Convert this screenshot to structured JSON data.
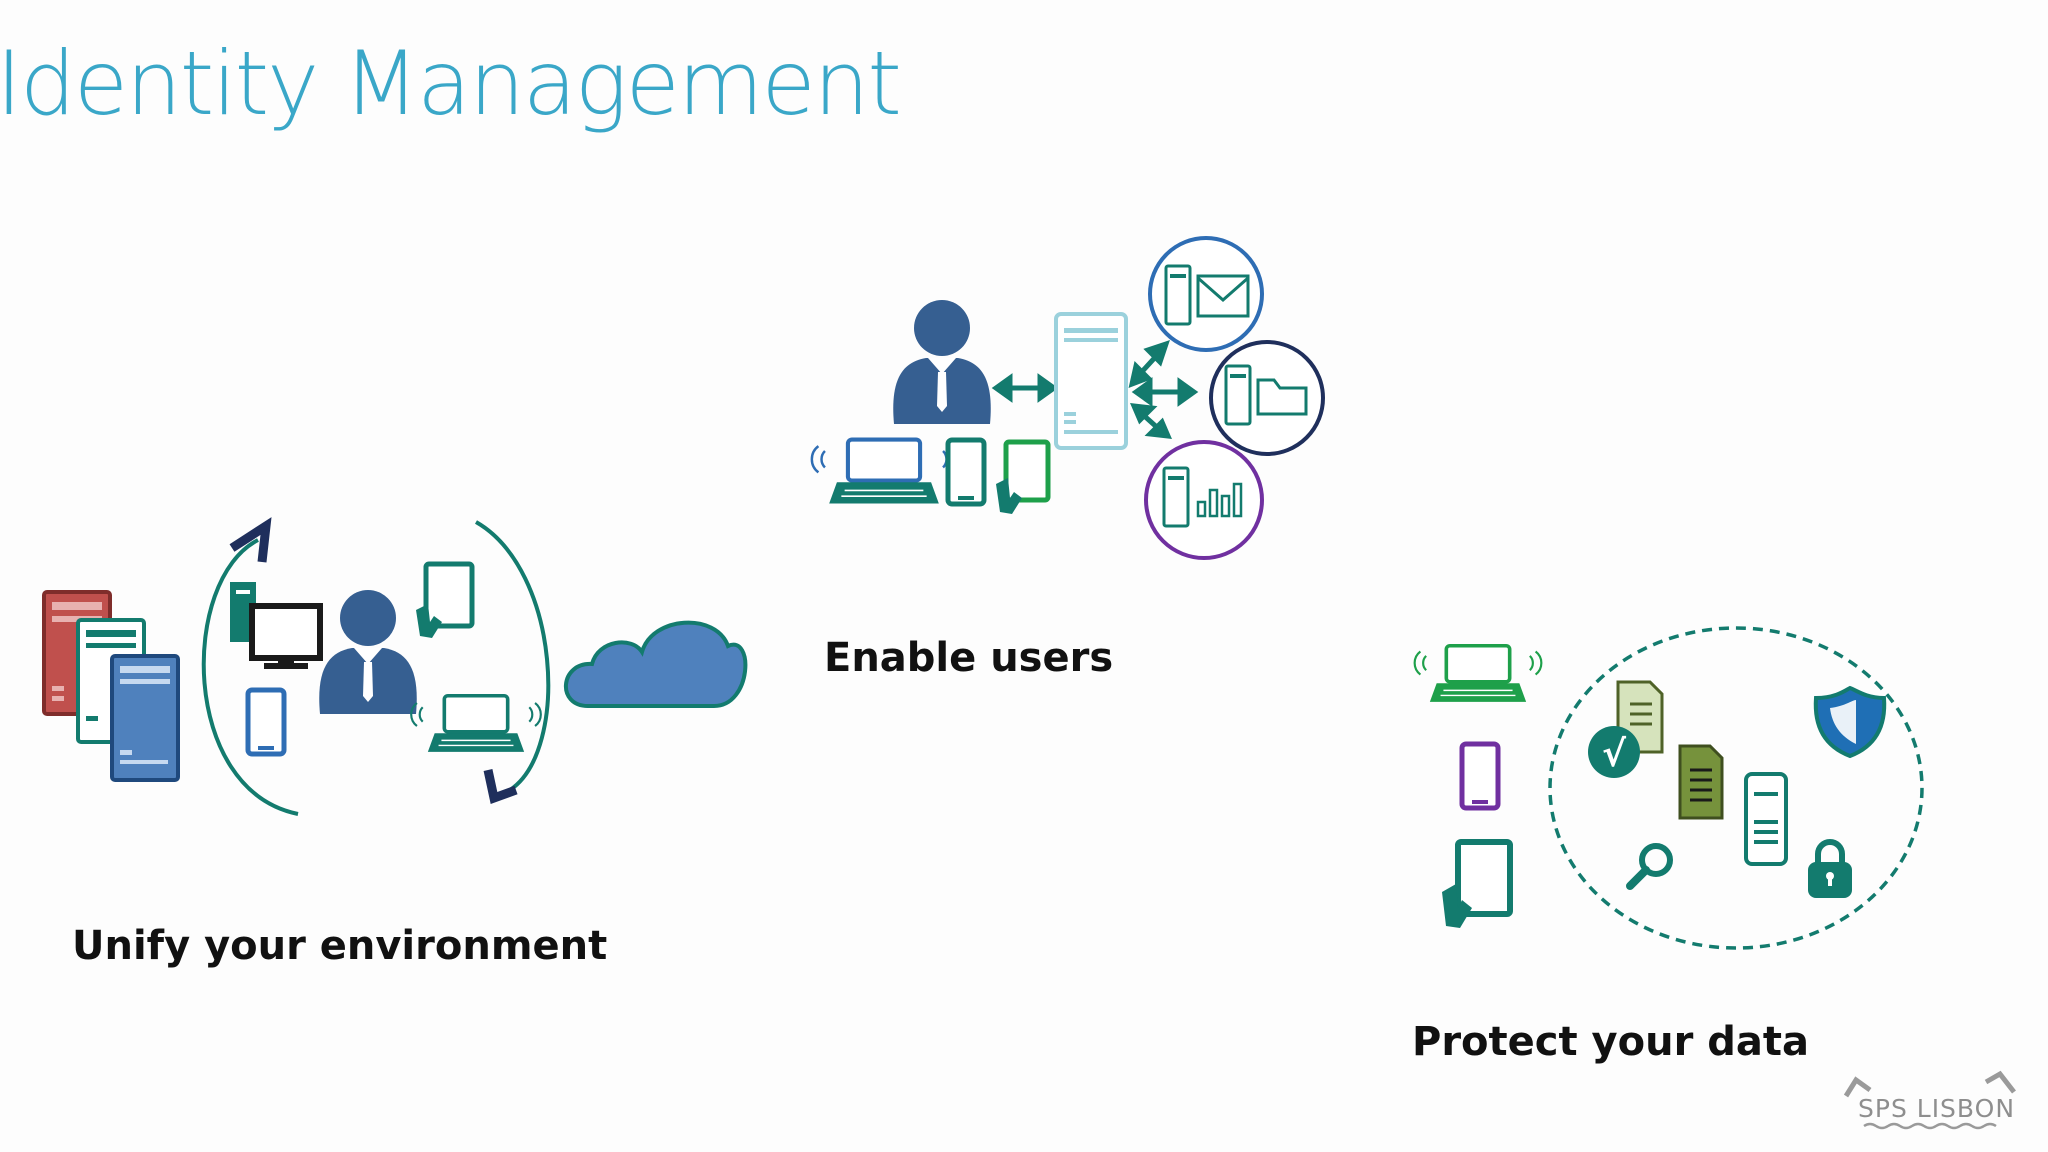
{
  "slide": {
    "title": "Identity Management",
    "captions": {
      "unify": "Unify your environment",
      "enable": "Enable users",
      "protect": "Protect your data"
    },
    "logo_text": "SPS LISBON"
  },
  "colors": {
    "title": "#3aa7c8",
    "person": "#365f91",
    "teal": "#137b6e",
    "cloud": "#4f81bd",
    "server_red": "#c0504d",
    "server_blue": "#4f81bd",
    "green": "#1ea04a",
    "purple": "#7030a0",
    "navy": "#1f2f5c"
  },
  "icons": [
    "person-icon",
    "server-icon",
    "desktop-icon",
    "phone-icon",
    "tablet-icon",
    "laptop-icon",
    "cloud-icon",
    "mail-icon",
    "folder-icon",
    "chart-icon",
    "shield-icon",
    "lock-icon",
    "magnifier-icon",
    "document-icon",
    "checkmark-icon"
  ]
}
